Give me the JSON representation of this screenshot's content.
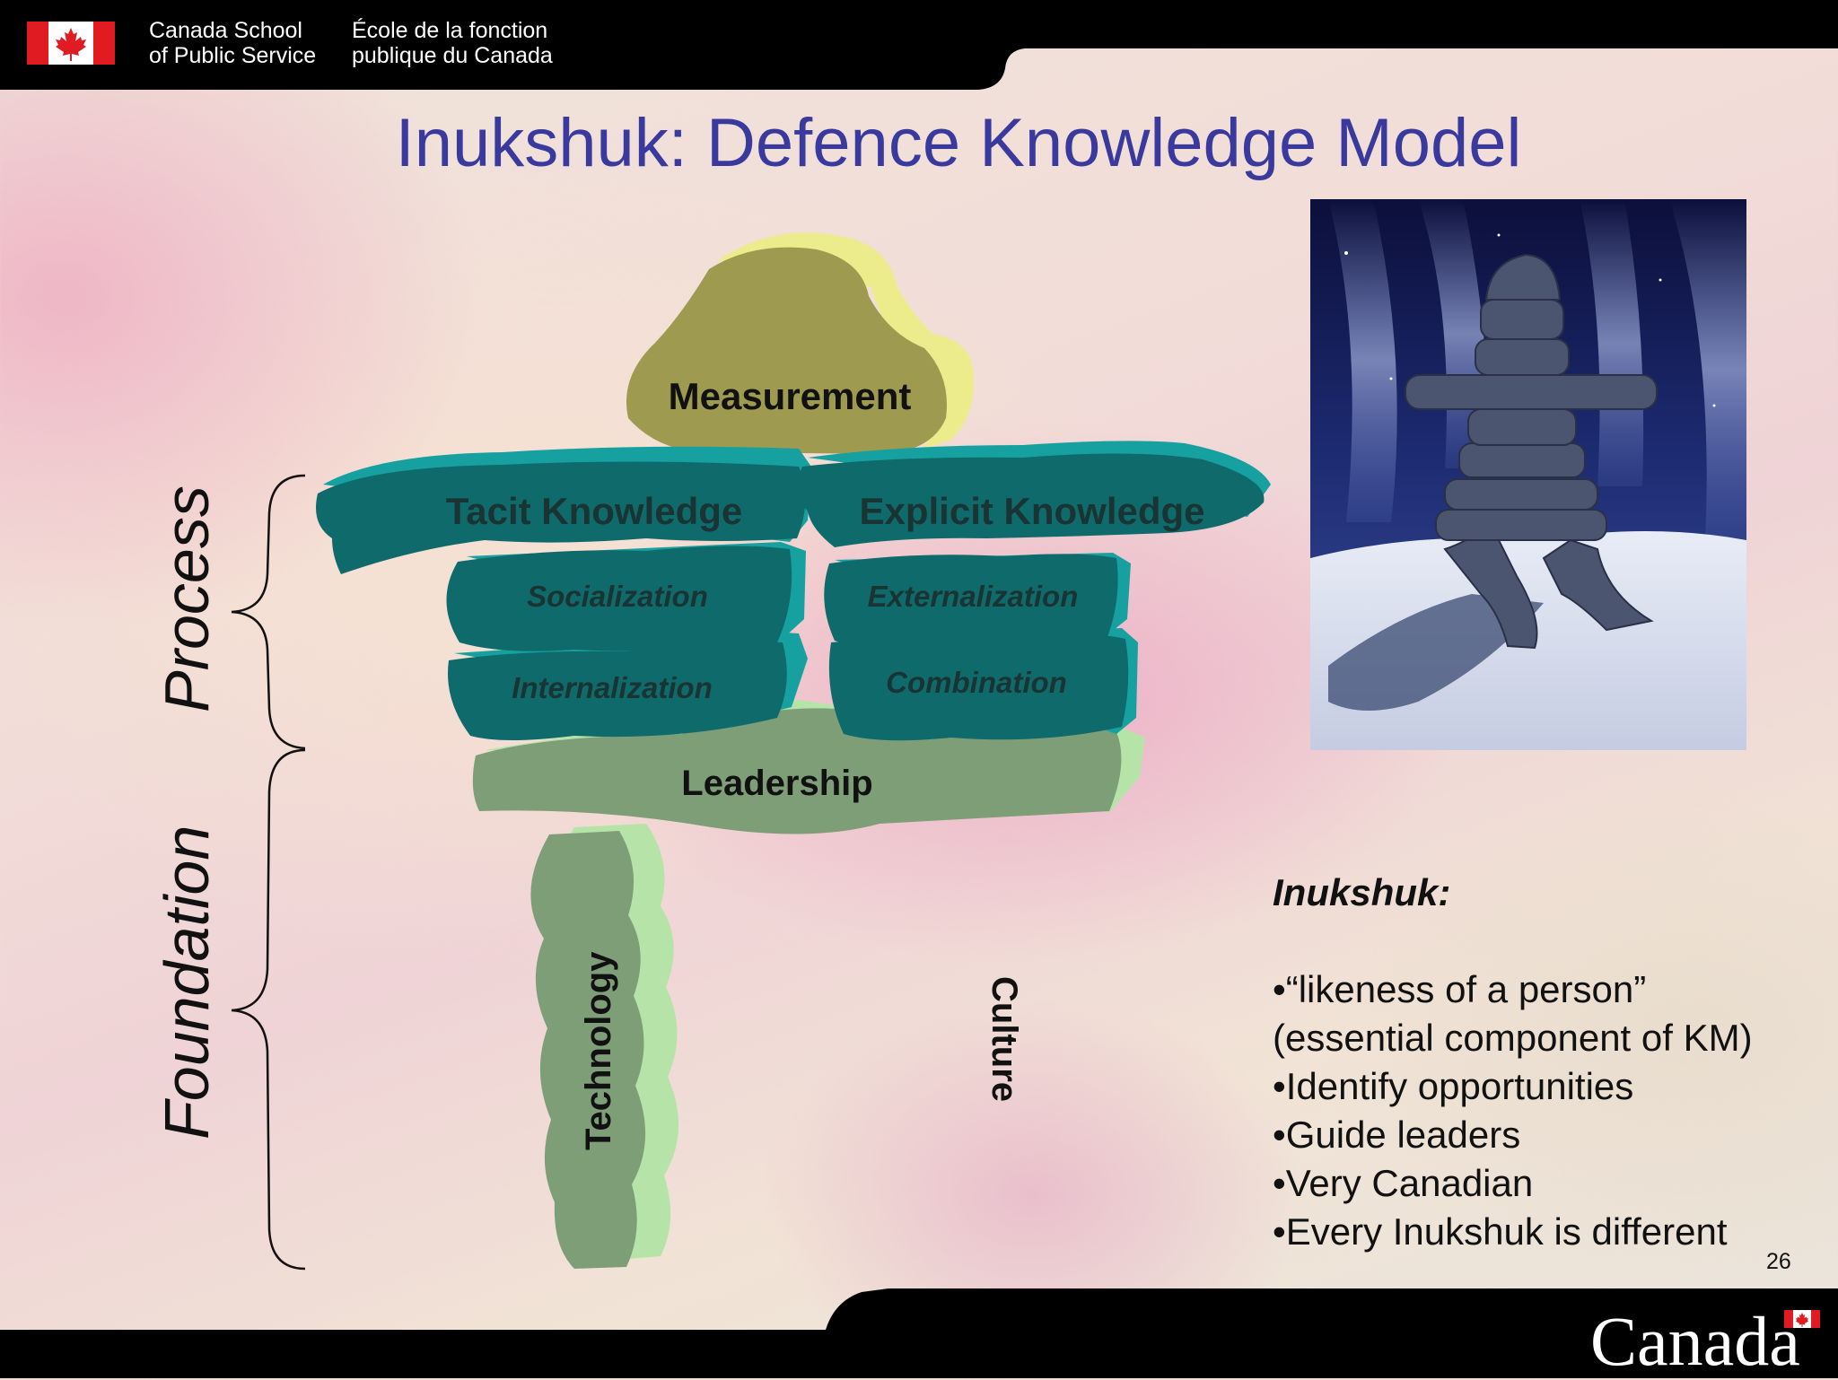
{
  "header": {
    "org_en_line1": "Canada School",
    "org_en_line2": "of Public Service",
    "org_fr_line1": "École de la fonction",
    "org_fr_line2": "publique du Canada"
  },
  "title": "Inukshuk: Defence Knowledge Model",
  "diagram": {
    "side_labels": {
      "process": "Process",
      "foundation": "Foundation"
    },
    "stones": {
      "measurement": "Measurement",
      "tacit": "Tacit Knowledge",
      "explicit": "Explicit Knowledge",
      "socialization": "Socialization",
      "externalization": "Externalization",
      "internalization": "Internalization",
      "combination": "Combination",
      "leadership": "Leadership",
      "technology": "Technology",
      "culture": "Culture"
    }
  },
  "notes": {
    "heading": "Inukshuk:",
    "items": [
      "•“likeness of a person”",
      "(essential component of KM)",
      "•Identify opportunities",
      "•Guide leaders",
      "•Very Canadian",
      "•Every Inukshuk is different"
    ]
  },
  "page_number": "26",
  "footer": {
    "wordmark": "Canada"
  },
  "colors": {
    "title": "#3a3a9e",
    "measurement_stone": "#9e9a50",
    "knowledge_stone": "#0f6b6b",
    "foundation_stone": "#7e9e78"
  }
}
